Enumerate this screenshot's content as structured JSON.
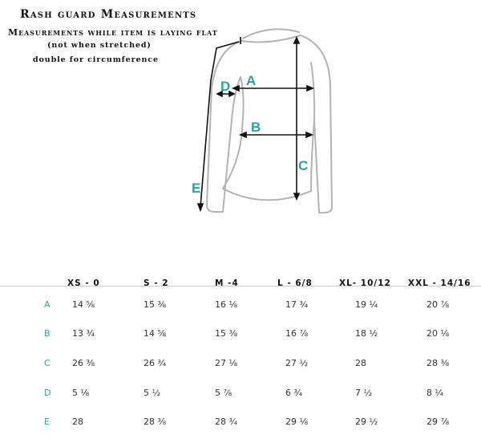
{
  "title": "Rash guard Measurements",
  "subtitle_lines": [
    "Measurements while item is laying flat",
    "(not when stretched)",
    "double for circumference"
  ],
  "diagram": {
    "labels": [
      "A",
      "B",
      "C",
      "D",
      "E"
    ],
    "accent_color": "#2aa3a0",
    "outline_color": "#b3b3b3"
  },
  "table": {
    "columns": [
      "XS - 0",
      "S - 2",
      "M -4",
      "L - 6/8",
      "XL- 10/12",
      "XXL - 14/16"
    ],
    "rows": [
      {
        "label": "A",
        "values": [
          "14 ⅝",
          "15 ⅜",
          "16 ⅛",
          "17 ¾",
          "19 ¼",
          "20 ⅞"
        ]
      },
      {
        "label": "B",
        "values": [
          "13 ¾",
          "14 ⅝",
          "15 ⅜",
          "16 ⅞",
          "18 ½",
          "20 ⅛"
        ]
      },
      {
        "label": "C",
        "values": [
          "26 ⅜",
          "26 ¾",
          "27 ⅛",
          "27 ½",
          "28",
          "28 ⅜"
        ]
      },
      {
        "label": "D",
        "values": [
          "5 ⅛",
          "5 ½",
          "5 ⅞",
          "6 ¾",
          "7 ½",
          "8 ¼"
        ]
      },
      {
        "label": "E",
        "values": [
          "28",
          "28 ⅜",
          "28 ¾",
          "29 ⅛",
          "29 ½",
          "29 ⅞"
        ]
      }
    ]
  }
}
